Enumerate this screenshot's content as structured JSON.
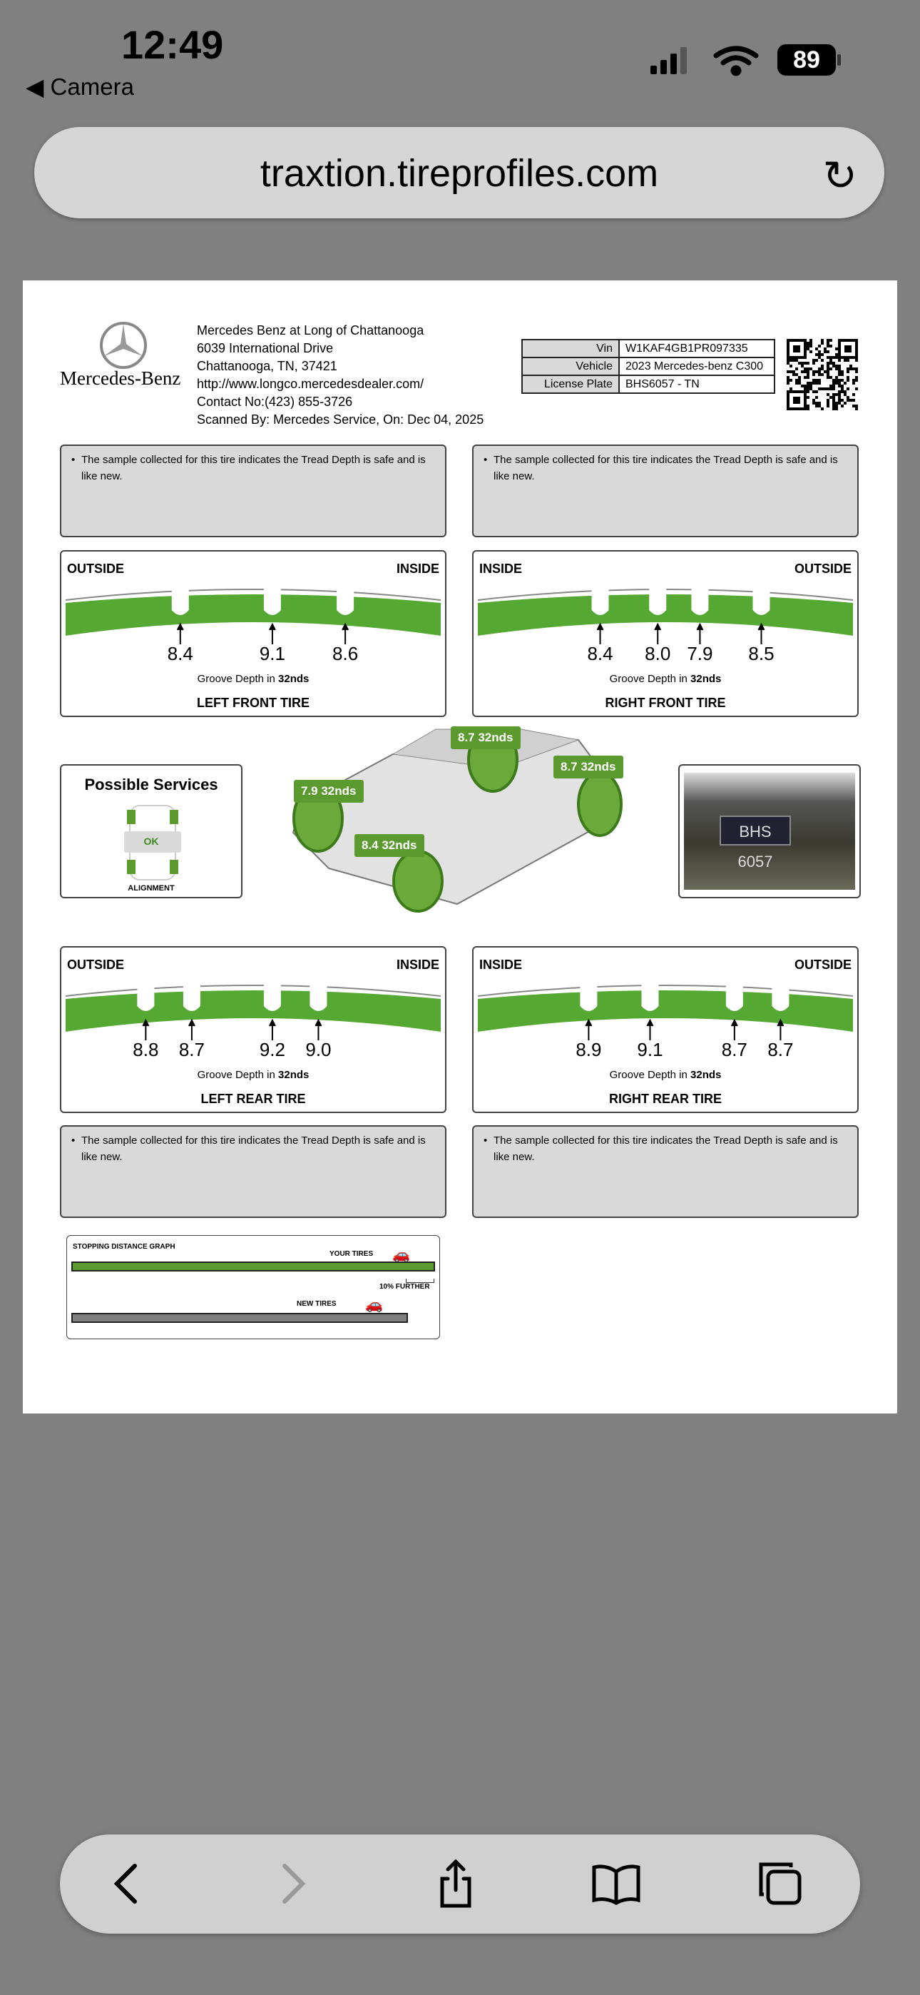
{
  "status": {
    "time": "12:49",
    "back_app": "Camera",
    "battery": "89"
  },
  "browser": {
    "url": "traxtion.tireprofiles.com"
  },
  "dealer": {
    "logo_text": "Mercedes-Benz",
    "name": "Mercedes Benz at Long of Chattanooga",
    "address1": "6039 International Drive",
    "address2": "Chattanooga, TN, 37421",
    "website": "http://www.longco.mercedesdealer.com/",
    "contact": "Contact No:(423) 855-3726",
    "scanned": "Scanned By: Mercedes Service, On: Dec 04, 2025"
  },
  "vehicle_info": [
    {
      "k": "Vin",
      "v": "W1KAF4GB1PR097335"
    },
    {
      "k": "Vehicle",
      "v": "2023 Mercedes-benz C300"
    },
    {
      "k": "License Plate",
      "v": "BHS6057 - TN"
    }
  ],
  "note_text": "The sample collected for this tire indicates the Tread Depth is safe and is like new.",
  "groove_label": "Groove Depth in ",
  "groove_unit": "32nds",
  "tires": [
    {
      "title": "LEFT FRONT TIRE",
      "left": "OUTSIDE",
      "right": "INSIDE",
      "depths": [
        8.4,
        9.1,
        8.6
      ]
    },
    {
      "title": "RIGHT FRONT TIRE",
      "left": "INSIDE",
      "right": "OUTSIDE",
      "depths": [
        8.4,
        8.0,
        7.9,
        8.5
      ]
    },
    {
      "title": "LEFT REAR TIRE",
      "left": "OUTSIDE",
      "right": "INSIDE",
      "depths": [
        8.8,
        8.7,
        9.2,
        9.0
      ]
    },
    {
      "title": "RIGHT REAR TIRE",
      "left": "INSIDE",
      "right": "OUTSIDE",
      "depths": [
        8.9,
        9.1,
        8.7,
        8.7
      ]
    }
  ],
  "services": {
    "title": "Possible Services",
    "status": "OK",
    "label": "ALIGNMENT"
  },
  "car_tags": {
    "lf": "7.9 32nds",
    "rf": "8.7 32nds",
    "lr": "8.4 32nds",
    "rr": "8.7 32nds"
  },
  "plate_photo": "BHS 6057",
  "stopping": {
    "title": "STOPPING DISTANCE GRAPH",
    "your": "YOUR TIRES",
    "further": "10% FURTHER",
    "new": "NEW TIRES"
  },
  "colors": {
    "green": "#5a9a2e",
    "note_bg": "#d9d9d9"
  }
}
